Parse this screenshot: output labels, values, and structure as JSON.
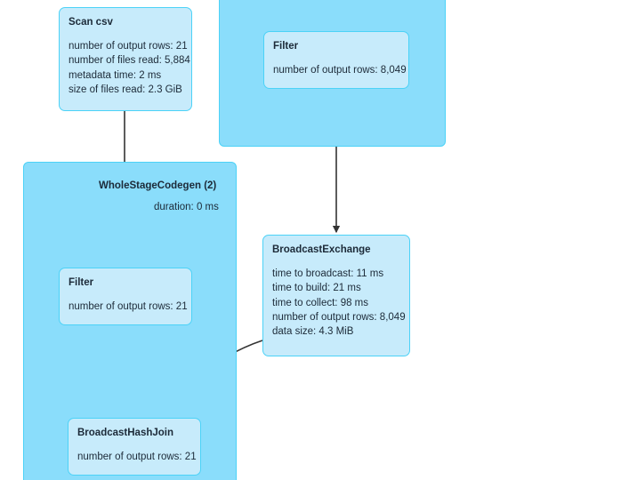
{
  "diagram": {
    "type": "spark-sql-query-plan",
    "background": "#ffffff",
    "colors": {
      "cluster_fill": "#8ADDFB",
      "cluster_border": "#4CD2F7",
      "node_fill": "#C7EBFB",
      "node_border": "#4CD2F7",
      "text": "#1c2a38",
      "edge": "#333333"
    }
  },
  "clusters": [
    {
      "id": "wholestagecodegen-top-right",
      "title": "",
      "subtitle": ""
    },
    {
      "id": "wholestagecodegen-2",
      "title": "WholeStageCodegen (2)",
      "subtitle": "duration: 0 ms"
    }
  ],
  "nodes": {
    "scan_csv": {
      "title": "Scan csv",
      "metrics": [
        "number of output rows: 21",
        "number of files read: 5,884",
        "metadata time: 2 ms",
        "size of files read: 2.3 GiB"
      ]
    },
    "filter_top": {
      "title": "Filter",
      "metrics": [
        "number of output rows: 8,049"
      ]
    },
    "filter_codegen": {
      "title": "Filter",
      "metrics": [
        "number of output rows: 21"
      ]
    },
    "broadcast_exchange": {
      "title": "BroadcastExchange",
      "metrics": [
        "time to broadcast: 11 ms",
        "time to build: 21 ms",
        "time to collect: 98 ms",
        "number of output rows: 8,049",
        "data size: 4.3 MiB"
      ]
    },
    "broadcast_hash_join": {
      "title": "BroadcastHashJoin",
      "metrics": [
        "number of output rows: 21"
      ]
    }
  }
}
